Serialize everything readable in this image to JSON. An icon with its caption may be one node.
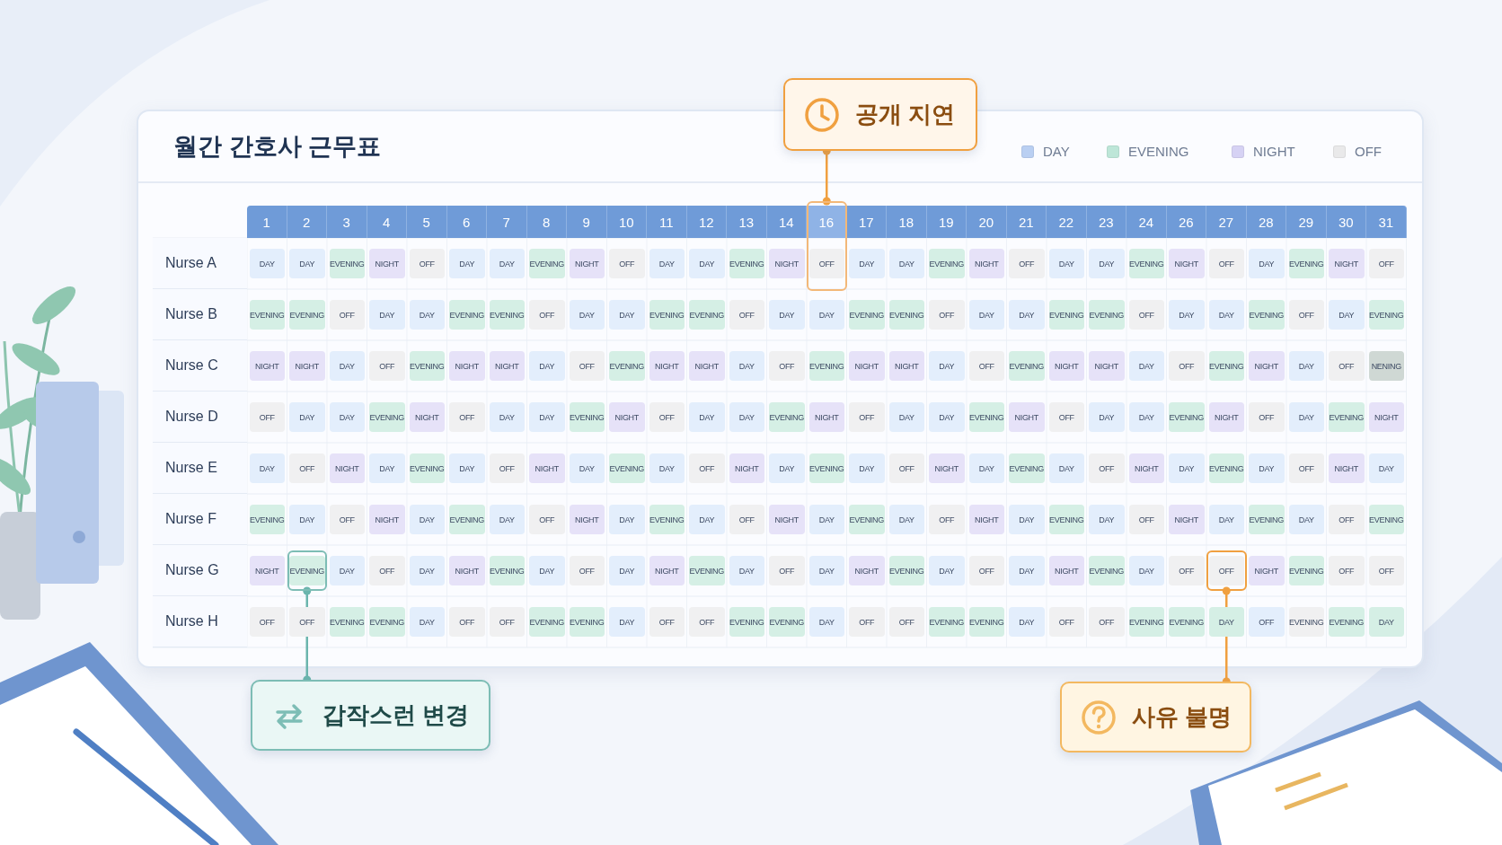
{
  "diagram": {
    "title": "월간 간호사 근무표",
    "nodes": [
      {
        "text": [
          "공개 지연"
        ]
      },
      {
        "text": [],
        "shape": "box"
      },
      {
        "text": [
          "갑작스런 변경"
        ]
      },
      {
        "text": [],
        "shape": "box"
      },
      {
        "text": [
          "사유 불명"
        ]
      },
      {
        "text": [],
        "shape": "box"
      }
    ],
    "edges": [
      {
        "from": 0,
        "to": 1,
        "arrow": "other"
      },
      {
        "from": 2,
        "to": 3,
        "arrow": "other",
        "color": "#6bb5ad"
      },
      {
        "from": 4,
        "to": 5,
        "arrow": "other"
      }
    ],
    "labels": [
      "1",
      "2",
      "3",
      "4",
      "5",
      "6",
      "7",
      "8",
      "9",
      "10",
      "11",
      "12",
      "13",
      "14",
      "16",
      "17",
      "18",
      "19",
      "20",
      "21",
      "22",
      "23",
      "24",
      "26",
      "27",
      "28",
      "29",
      "30",
      "31",
      "Nurse A",
      "DAY",
      "DAY",
      "EVENING",
      "NIGHT",
      "OFF",
      "DAY",
      "DAY",
      "EVENING",
      "NIGHT",
      "OFF",
      "DAY",
      "DAY",
      "EVENING",
      "NIGHT",
      "OFF",
      "DAY",
      "DAY",
      "EVENING",
      "NIGHT",
      "OFF",
      "DAY",
      "DAY",
      "EVENING",
      "NIGHT",
      "OFF",
      "DAY",
      "EVENING",
      "NIGHT",
      "OFF",
      "Nurse B",
      "EVENING",
      "EVENING",
      "OFF",
      "DAY",
      "DAY",
      "EVENING",
      "EVENING",
      "OFF",
      "DAY",
      "DAY",
      "EVENING",
      "EVENING",
      "OFF",
      "DAY",
      "DAY",
      "EVENING",
      "EVENING",
      "OFF",
      "DAY",
      "DAY",
      "EVENING",
      "EVENING",
      "OFF",
      "DAY",
      "DAY",
      "EVENING",
      "OFF",
      "DAY",
      "EVENING",
      "Nurse C",
      "NIGHT",
      "NIGHT",
      "DAY",
      "OFF",
      "EVENING",
      "NIGHT",
      "NIGHT",
      "DAY",
      "OFF",
      "EVENING",
      "NIGHT",
      "NIGHT",
      "DAY",
      "OFF",
      "EVENING",
      "NIGHT",
      "NIGHT",
      "DAY",
      "OFF",
      "EVENING",
      "NIGHT",
      "NIGHT",
      "DAY",
      "OFF",
      "EVENING",
      "NIGHT",
      "DAY",
      "OFF",
      "NENING",
      "Nurse D",
      "OFF",
      "DAY",
      "DAY",
      "EVENING",
      "NIGHT",
      "OFF",
      "DAY",
      "DAY",
      "EVENING",
      "NIGHT",
      "OFF",
      "DAY",
      "DAY",
      "EVENING",
      "NIGHT",
      "OFF",
      "DAY",
      "DAY",
      "EVENING",
      "NIGHT",
      "OFF",
      "DAY",
      "DAY",
      "EVENING",
      "NIGHT",
      "OFF",
      "DAY",
      "EVENING",
      "NIGHT",
      "Nurse E",
      "DAY",
      "OFF",
      "NIGHT",
      "DAY",
      "EVENING",
      "DAY",
      "OFF",
      "NIGHT",
      "DAY",
      "EVENING",
      "DAY",
      "OFF",
      "NIGHT",
      "DAY",
      "EVENING",
      "DAY",
      "OFF",
      "NIGHT",
      "DAY",
      "EVENING",
      "DAY",
      "OFF",
      "NIGHT",
      "DAY",
      "EVENING",
      "DAY",
      "OFF",
      "NIGHT",
      "DAY",
      "Nurse F",
      "EVENING",
      "DAY",
      "OFF",
      "NIGHT",
      "DAY",
      "EVENING",
      "DAY",
      "OFF",
      "NIGHT",
      "DAY",
      "EVENING",
      "DAY",
      "OFF",
      "NIGHT",
      "DAY",
      "EVENING",
      "DAY",
      "OFF",
      "NIGHT",
      "DAY",
      "EVENING",
      "DAY",
      "OFF",
      "NIGHT",
      "DAY",
      "EVENING",
      "DAY",
      "OFF",
      "EVENING",
      "Nurse G",
      "NIGHT",
      "EVENING",
      "DAY",
      "OFF",
      "DAY",
      "NIGHT",
      "EVENING",
      "DAY",
      "OFF",
      "DAY",
      "NIGHT",
      "EVENING",
      "DAY",
      "OFF",
      "DAY",
      "NIGHT",
      "EVENING",
      "DAY",
      "OFF",
      "DAY",
      "NIGHT",
      "EVENING",
      "DAY",
      "OFF",
      "OFF",
      "NIGHT",
      "EVENING",
      "OFF",
      "OFF",
      "Nurse H",
      "OFF",
      "OFF",
      "EVENING",
      "EVENING",
      "DAY",
      "OFF",
      "OFF",
      "EVENING",
      "EVENING",
      "DAY",
      "OFF",
      "OFF",
      "EVENING",
      "EVENING",
      "DAY",
      "OFF",
      "OFF",
      "EVENING",
      "EVENING",
      "DAY",
      "OFF",
      "OFF",
      "EVENING",
      "EVENING",
      "DAY",
      "OFF",
      "EVENING",
      "EVENING",
      "DAY"
    ],
    "legend": [
      {
        "text": "DAY",
        "color": "#b9cff2"
      },
      {
        "text": "EVENING",
        "color": "#bde6d8"
      },
      {
        "text": "NIGHT",
        "color": "#d6d2f4"
      },
      {
        "text": "OFF",
        "color": "#e9e9ea"
      }
    ]
  }
}
